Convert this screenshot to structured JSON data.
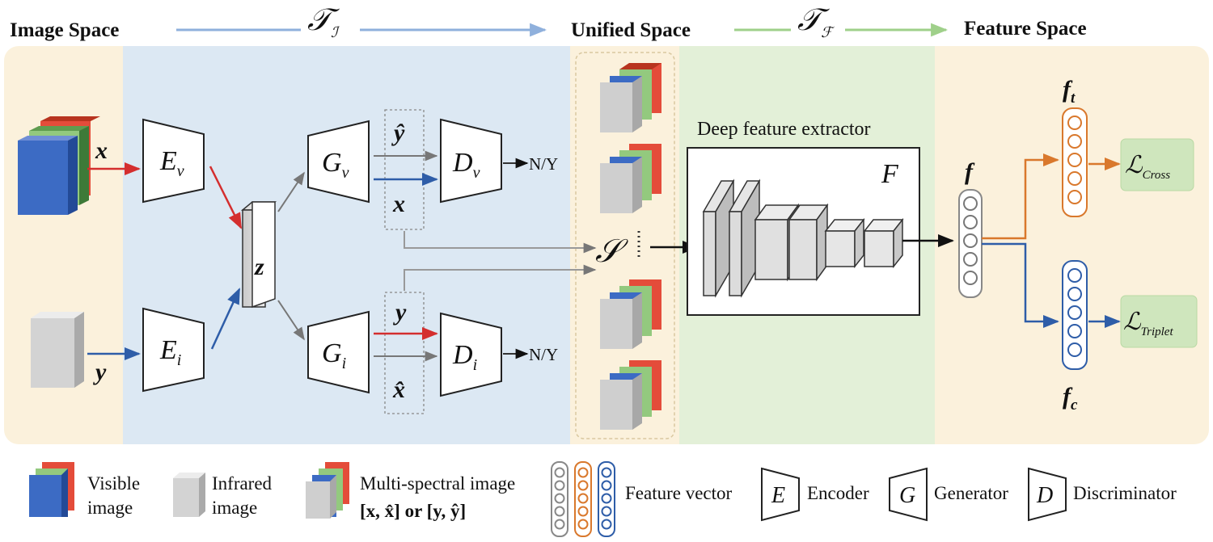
{
  "sections": {
    "image_space": "Image Space",
    "unified_space": "Unified Space",
    "feature_space": "Feature Space"
  },
  "transforms": {
    "t_image": {
      "base": "𝒯",
      "sub": "ℐ"
    },
    "t_feature": {
      "base": "𝒯",
      "sub": "ℱ"
    }
  },
  "inputs": {
    "x": "x",
    "y": "y"
  },
  "encoders": {
    "ev": {
      "base": "E",
      "sub": "v"
    },
    "ei": {
      "base": "E",
      "sub": "i"
    }
  },
  "latent": "z",
  "generators": {
    "gv": {
      "base": "G",
      "sub": "v"
    },
    "gi": {
      "base": "G",
      "sub": "i"
    }
  },
  "discriminators": {
    "dv": {
      "base": "D",
      "sub": "v"
    },
    "di": {
      "base": "D",
      "sub": "i"
    }
  },
  "gen_outputs": {
    "top_hat": "ŷ",
    "top_real": "x",
    "bottom_real": "y",
    "bottom_hat": "x̂"
  },
  "disc_outputs": {
    "dv": "N/Y",
    "di": "N/Y"
  },
  "unified_set": "𝒮",
  "extractor": {
    "title": "Deep feature extractor",
    "name": "F"
  },
  "features": {
    "f": "f",
    "ft": {
      "base": "f",
      "sub": "t"
    },
    "fc": {
      "base": "f",
      "sub": "c"
    }
  },
  "losses": {
    "cross": {
      "base": "ℒ",
      "sub": "Cross"
    },
    "triplet": {
      "base": "ℒ",
      "sub": "Triplet"
    }
  },
  "legend": {
    "visible_line1": "Visible",
    "visible_line2": "image",
    "infrared_line1": "Infrared",
    "infrared_line2": "image",
    "multispectral_line1": "Multi-spectral image",
    "multispectral_line2": "[x, x̂] or [y, ŷ]",
    "feature_vector": "Feature vector",
    "encoder_sym": "E",
    "encoder": "Encoder",
    "generator_sym": "G",
    "generator": "Generator",
    "discriminator_sym": "D",
    "discriminator": "Discriminator"
  },
  "colors": {
    "image_space_bg": "#fbf1dc",
    "transform_bg": "#dce8f3",
    "unified_bg": "#fbf1dc",
    "feature_transform_bg": "#e3f0d8",
    "blue_arrow": "#2e5da8",
    "red_arrow": "#d42e2e",
    "orange": "#d9782c",
    "green_loss": "#cfe6bd",
    "gray": "#888888"
  }
}
